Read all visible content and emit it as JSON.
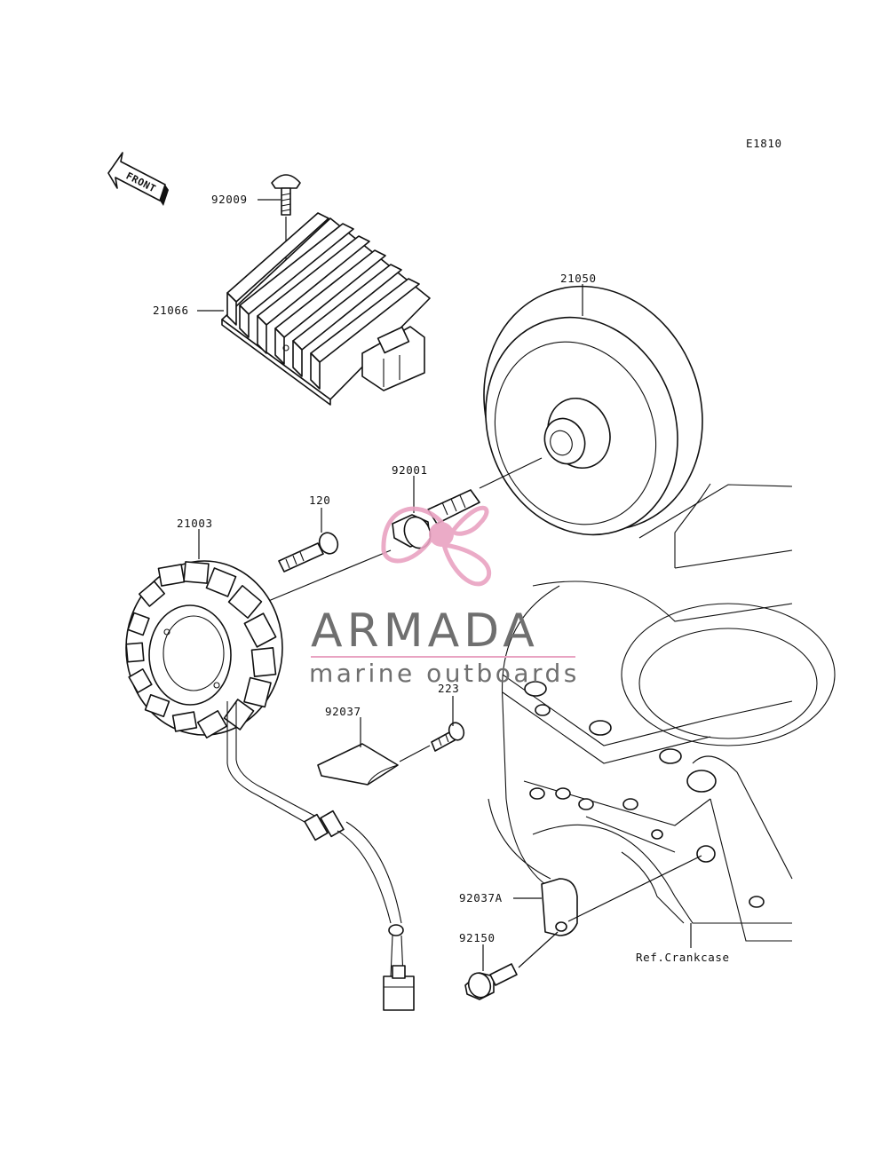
{
  "diagram_code": "E1810",
  "front_label": "FRONT",
  "callouts": {
    "c92009": "92009",
    "c21066": "21066",
    "c21050": "21050",
    "c92001": "92001",
    "c120": "120",
    "c21003": "21003",
    "c223": "223",
    "c92037": "92037",
    "c92037A": "92037A",
    "c92150": "92150",
    "ref_crankcase": "Ref.Crankcase"
  },
  "watermark": {
    "brand": "ARMADA",
    "tagline": "marine outboards",
    "colors": {
      "logo_pink": "#e9a3c2",
      "text_gray": "#6f6f6f"
    }
  }
}
